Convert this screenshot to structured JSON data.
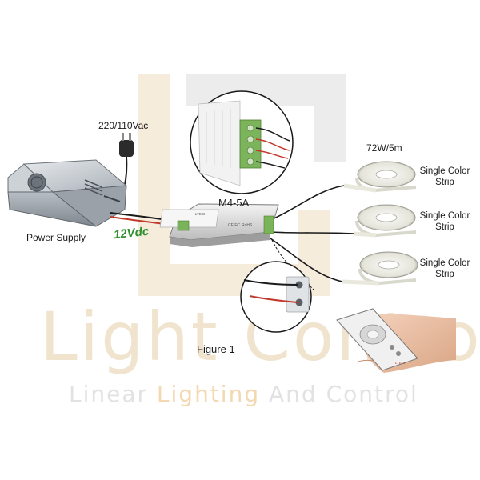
{
  "labels": {
    "mains_voltage": "220/110Vac",
    "power_supply": "Power Supply",
    "dc_voltage": "12Vdc",
    "controller_model": "M4-5A",
    "strip_power": "72W/5m",
    "strips": [
      {
        "line1": "Single Color",
        "line2": "Strip"
      },
      {
        "line1": "Single Color",
        "line2": "Strip"
      },
      {
        "line1": "Single Color",
        "line2": "Strip"
      }
    ],
    "figure": "Figure 1"
  },
  "watermark": {
    "title": "Light Control",
    "tagline_before": "Linear ",
    "tagline_highlight": "Lighting",
    "tagline_after": " And Control"
  },
  "device_text": {
    "controller_brand": "LTECH",
    "controller_cert_1": "CE FC",
    "controller_cert_2": "RoHS",
    "remote_brand": "LTECH"
  },
  "colors": {
    "dc_voltage_text": "#2f8f2f",
    "watermark_logo": "#f1e4cf",
    "watermark_highlight": "#f3d8b2",
    "wire_positive": "#c0392b",
    "wire_negative": "#1a1a1a"
  },
  "icons": [
    "power-plug-icon",
    "power-supply-icon",
    "controller-icon",
    "led-strip-reel-icon",
    "remote-control-icon",
    "hand-icon"
  ]
}
